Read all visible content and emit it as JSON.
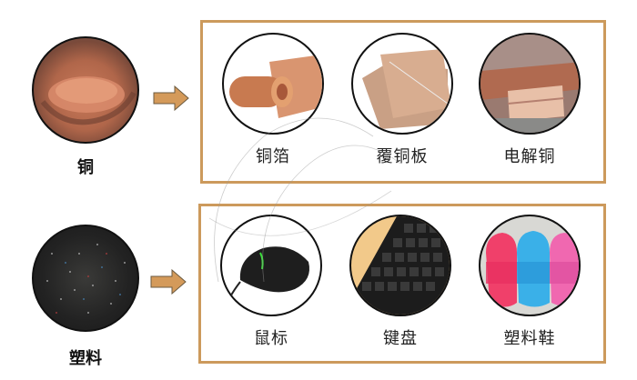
{
  "rows": [
    {
      "source": {
        "label": "铜",
        "image": "copper-granules-in-hand-icon"
      },
      "arrow": "right-arrow-icon",
      "products": [
        {
          "label": "铜箔",
          "image": "copper-foil-roll-icon"
        },
        {
          "label": "覆铜板",
          "image": "copper-clad-board-icon"
        },
        {
          "label": "电解铜",
          "image": "electrolytic-copper-bars-icon"
        }
      ]
    },
    {
      "source": {
        "label": "塑料",
        "image": "plastic-granules-icon"
      },
      "arrow": "right-arrow-icon",
      "products": [
        {
          "label": "鼠标",
          "image": "computer-mouse-icon"
        },
        {
          "label": "键盘",
          "image": "keyboard-icon"
        },
        {
          "label": "塑料鞋",
          "image": "plastic-slippers-icon"
        }
      ]
    }
  ],
  "colors": {
    "box_border": "#cc9a5c",
    "arrow_fill": "#d49a5a",
    "circle_border": "#111111"
  }
}
